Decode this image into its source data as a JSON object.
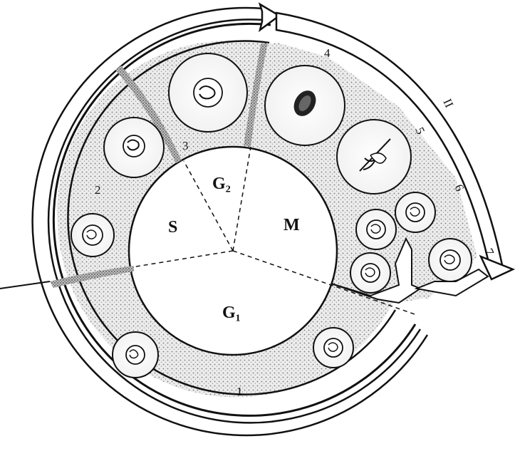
{
  "phases": {
    "g1": "G₁",
    "s": "S",
    "g2": "G₂",
    "m": "M"
  },
  "stages": [
    "1",
    "2",
    "3",
    "4",
    "5",
    "6",
    "7"
  ],
  "roman_numeral": "II",
  "colors": {
    "ink": "#111111",
    "paper": "#ffffff",
    "stipple": "#d9d9d9"
  }
}
